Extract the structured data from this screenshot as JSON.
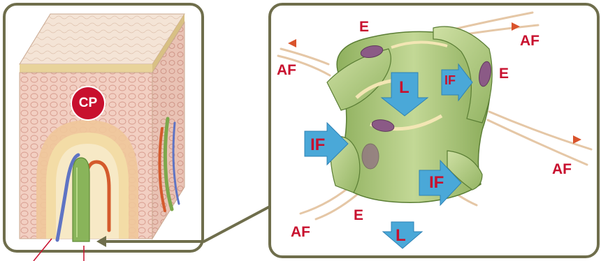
{
  "labels": {
    "cp": "CP",
    "e_top": "E",
    "e_right": "E",
    "e_bottom": "E",
    "af_left": "AF",
    "af_top_right": "AF",
    "af_right": "AF",
    "af_bottom": "AF",
    "l_center": "L",
    "l_bottom": "L",
    "if_inner": "IF",
    "if_left": "IF",
    "if_bottom": "IF"
  },
  "colors": {
    "label_red": "#c8102e",
    "frame_olive": "#6f6e4c",
    "vessel_green": "#a9c47a",
    "arrow_blue": "#4aa8d8"
  }
}
